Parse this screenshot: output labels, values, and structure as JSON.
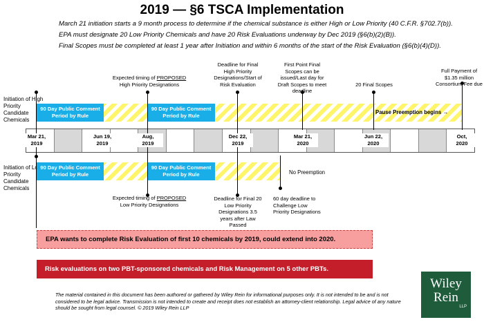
{
  "title": "2019 — §6 TSCA Implementation",
  "intro": [
    "March 21 initiation starts a 9 month process to determine if the chemical substance is either High or Low Priority (40 C.F.R. §702.7(b)).",
    "EPA must designate 20 Low Priority Chemicals and have 20 Risk Evaluations underway by Dec 2019 (§6(b)(2)(B)).",
    "Final Scopes must be completed at least 1 year after Initiation and within 6 months of the start of the Risk Evaluation (§6(b)(4)(D))."
  ],
  "high_label": "Initiation of High Priority Candidate Chemicals",
  "low_label": "Initiation of Low Priority Candidate Chemicals",
  "comment_period": "90 Day Public Comment Period by Rule",
  "top_annotations": {
    "proposed_high": [
      "Expected timing of PROPOSED",
      "High Priority Designations"
    ],
    "final_high": "Deadline for Final High Priority Designations/Start of Risk Evaluation",
    "first_point": "First Point Final Scopes can be issued/Last day for Draft Scopes to meet deadline",
    "final_scopes": "20 Final Scopes",
    "full_payment": "Full Payment of $1.35 million Consortium Fee due"
  },
  "pause": "Pause Preemption begins →",
  "dates": {
    "mar19": [
      "Mar 21,",
      "2019"
    ],
    "jun19": [
      "Jun 19,",
      "2019"
    ],
    "aug19": [
      "Aug,",
      "2019"
    ],
    "dec19": [
      "Dec 22,",
      "2019"
    ],
    "mar20": [
      "Mar 21,",
      "2020"
    ],
    "jun20": [
      "Jun 22,",
      "2020"
    ],
    "oct20": [
      "Oct,",
      "2020"
    ]
  },
  "no_preemption": "No Preemption",
  "bottom_annotations": {
    "proposed_low": [
      "Expected timing of PROPOSED",
      "Low Priority Designations"
    ],
    "final_low": "Deadline for Final 20 Low Priority Designations 3.5 years after Law Passed",
    "challenge": "60 day deadline to Challenge Low Priority Designations"
  },
  "box_goal": "EPA wants to complete Risk Evaluation of first 10 chemicals by 2019, could extend into 2020.",
  "box_pbt": "Risk evaluations on two PBT-sponsored chemicals and Risk Management on 5 other PBTs.",
  "disclaimer": "The material contained in this document has been authored or gathered by Wiley Rein for informational purposes only. It is not intended to be and is not considered to be legal advice. Transmission is not intended to create and receipt does not establish an attorney-client relationship. Legal advice of any nature should be sought from legal counsel. © 2019 Wiley Rein LLP",
  "logo": {
    "line1": "Wiley",
    "line2": "Rein",
    "llp": "LLP"
  },
  "colors": {
    "comment_blue": "#1aaee8",
    "hatch_yellow": "#fff56b",
    "goal_pink": "#f79f9f",
    "pbt_red": "#c41e2b",
    "logo_green": "#1e5c3c"
  }
}
